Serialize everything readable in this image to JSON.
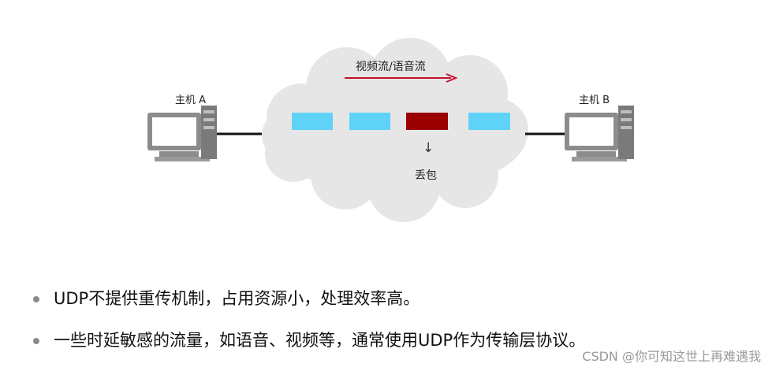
{
  "diagram": {
    "host_a_label": "主机 A",
    "host_b_label": "主机 B",
    "flow_label": "视频流/语音流",
    "loss_arrow": "↓",
    "loss_label": "丢包",
    "packets": [
      {
        "state": "delivered",
        "color": "#5fd3f7"
      },
      {
        "state": "delivered",
        "color": "#5fd3f7"
      },
      {
        "state": "lost",
        "color": "#9b0000"
      },
      {
        "state": "delivered",
        "color": "#5fd3f7"
      }
    ],
    "colors": {
      "cloud": "#e6e6e6",
      "flow_arrow": "#c8102e",
      "computer": "#8c8c8c",
      "link": "#111111"
    }
  },
  "bullets": [
    "UDP不提供重传机制，占用资源小，处理效率高。",
    "一些时延敏感的流量，如语音、视频等，通常使用UDP作为传输层协议。"
  ],
  "watermark": "CSDN @你可知这世上再难遇我"
}
